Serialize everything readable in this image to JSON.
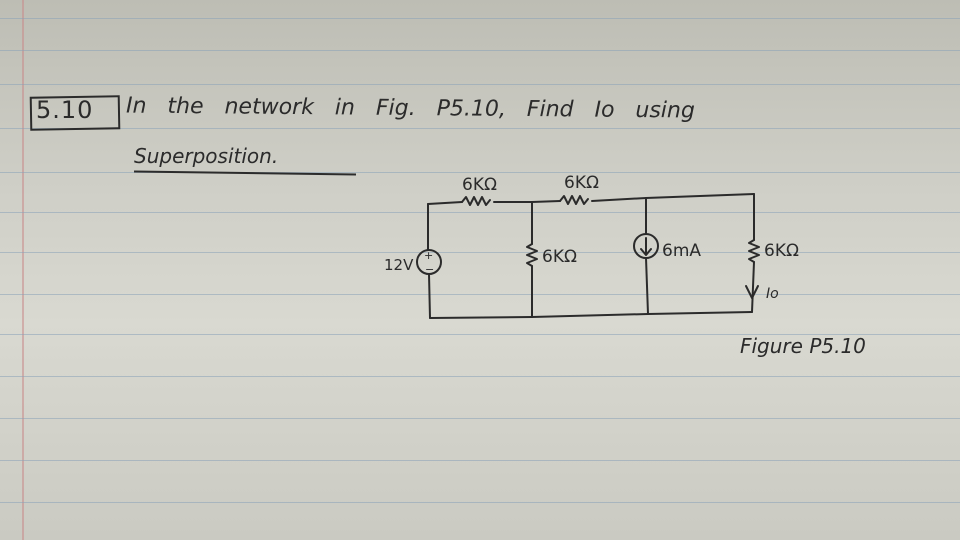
{
  "problem": {
    "number": "5.10",
    "statement_line1": "In the network in Fig. P5.10, Find Io using",
    "statement_line2": "Superposition."
  },
  "circuit": {
    "top_resistor_left": "6KΩ",
    "top_resistor_right": "6KΩ",
    "voltage_source": "12V",
    "middle_resistor": "6KΩ",
    "current_source": "6mA",
    "right_resistor": "6KΩ",
    "output_current": "Io"
  },
  "figure_caption": "Figure P5.10"
}
